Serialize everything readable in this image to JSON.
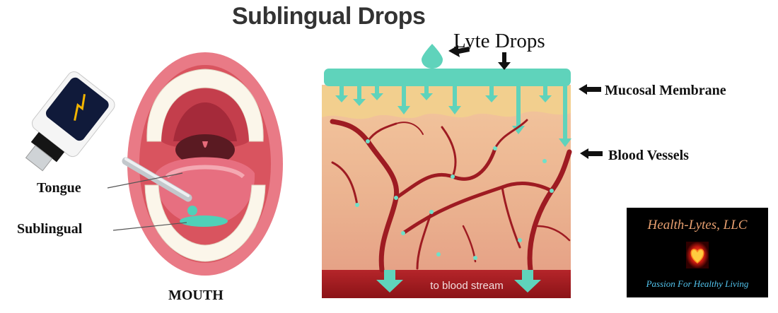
{
  "title": "Sublingual Drops",
  "labels": {
    "lyte_drops": "Lyte Drops",
    "mucosal_membrane": "Mucosal Membrane",
    "blood_vessels": "Blood Vessels",
    "tongue": "Tongue",
    "sublingual": "Sublingual",
    "mouth": "MOUTH",
    "to_blood_stream": "to blood stream"
  },
  "logo": {
    "company": "Health-Lytes, LLC",
    "tagline": "Passion For Healthy Living",
    "icon": "heart-icon"
  },
  "colors": {
    "drop": "#5fd3bb",
    "vessel": "#9e1b22",
    "tissue": "#eeb592",
    "membrane": "#f2cf8e",
    "lips": "#e97a86",
    "blood_band": "#a01a1e"
  }
}
